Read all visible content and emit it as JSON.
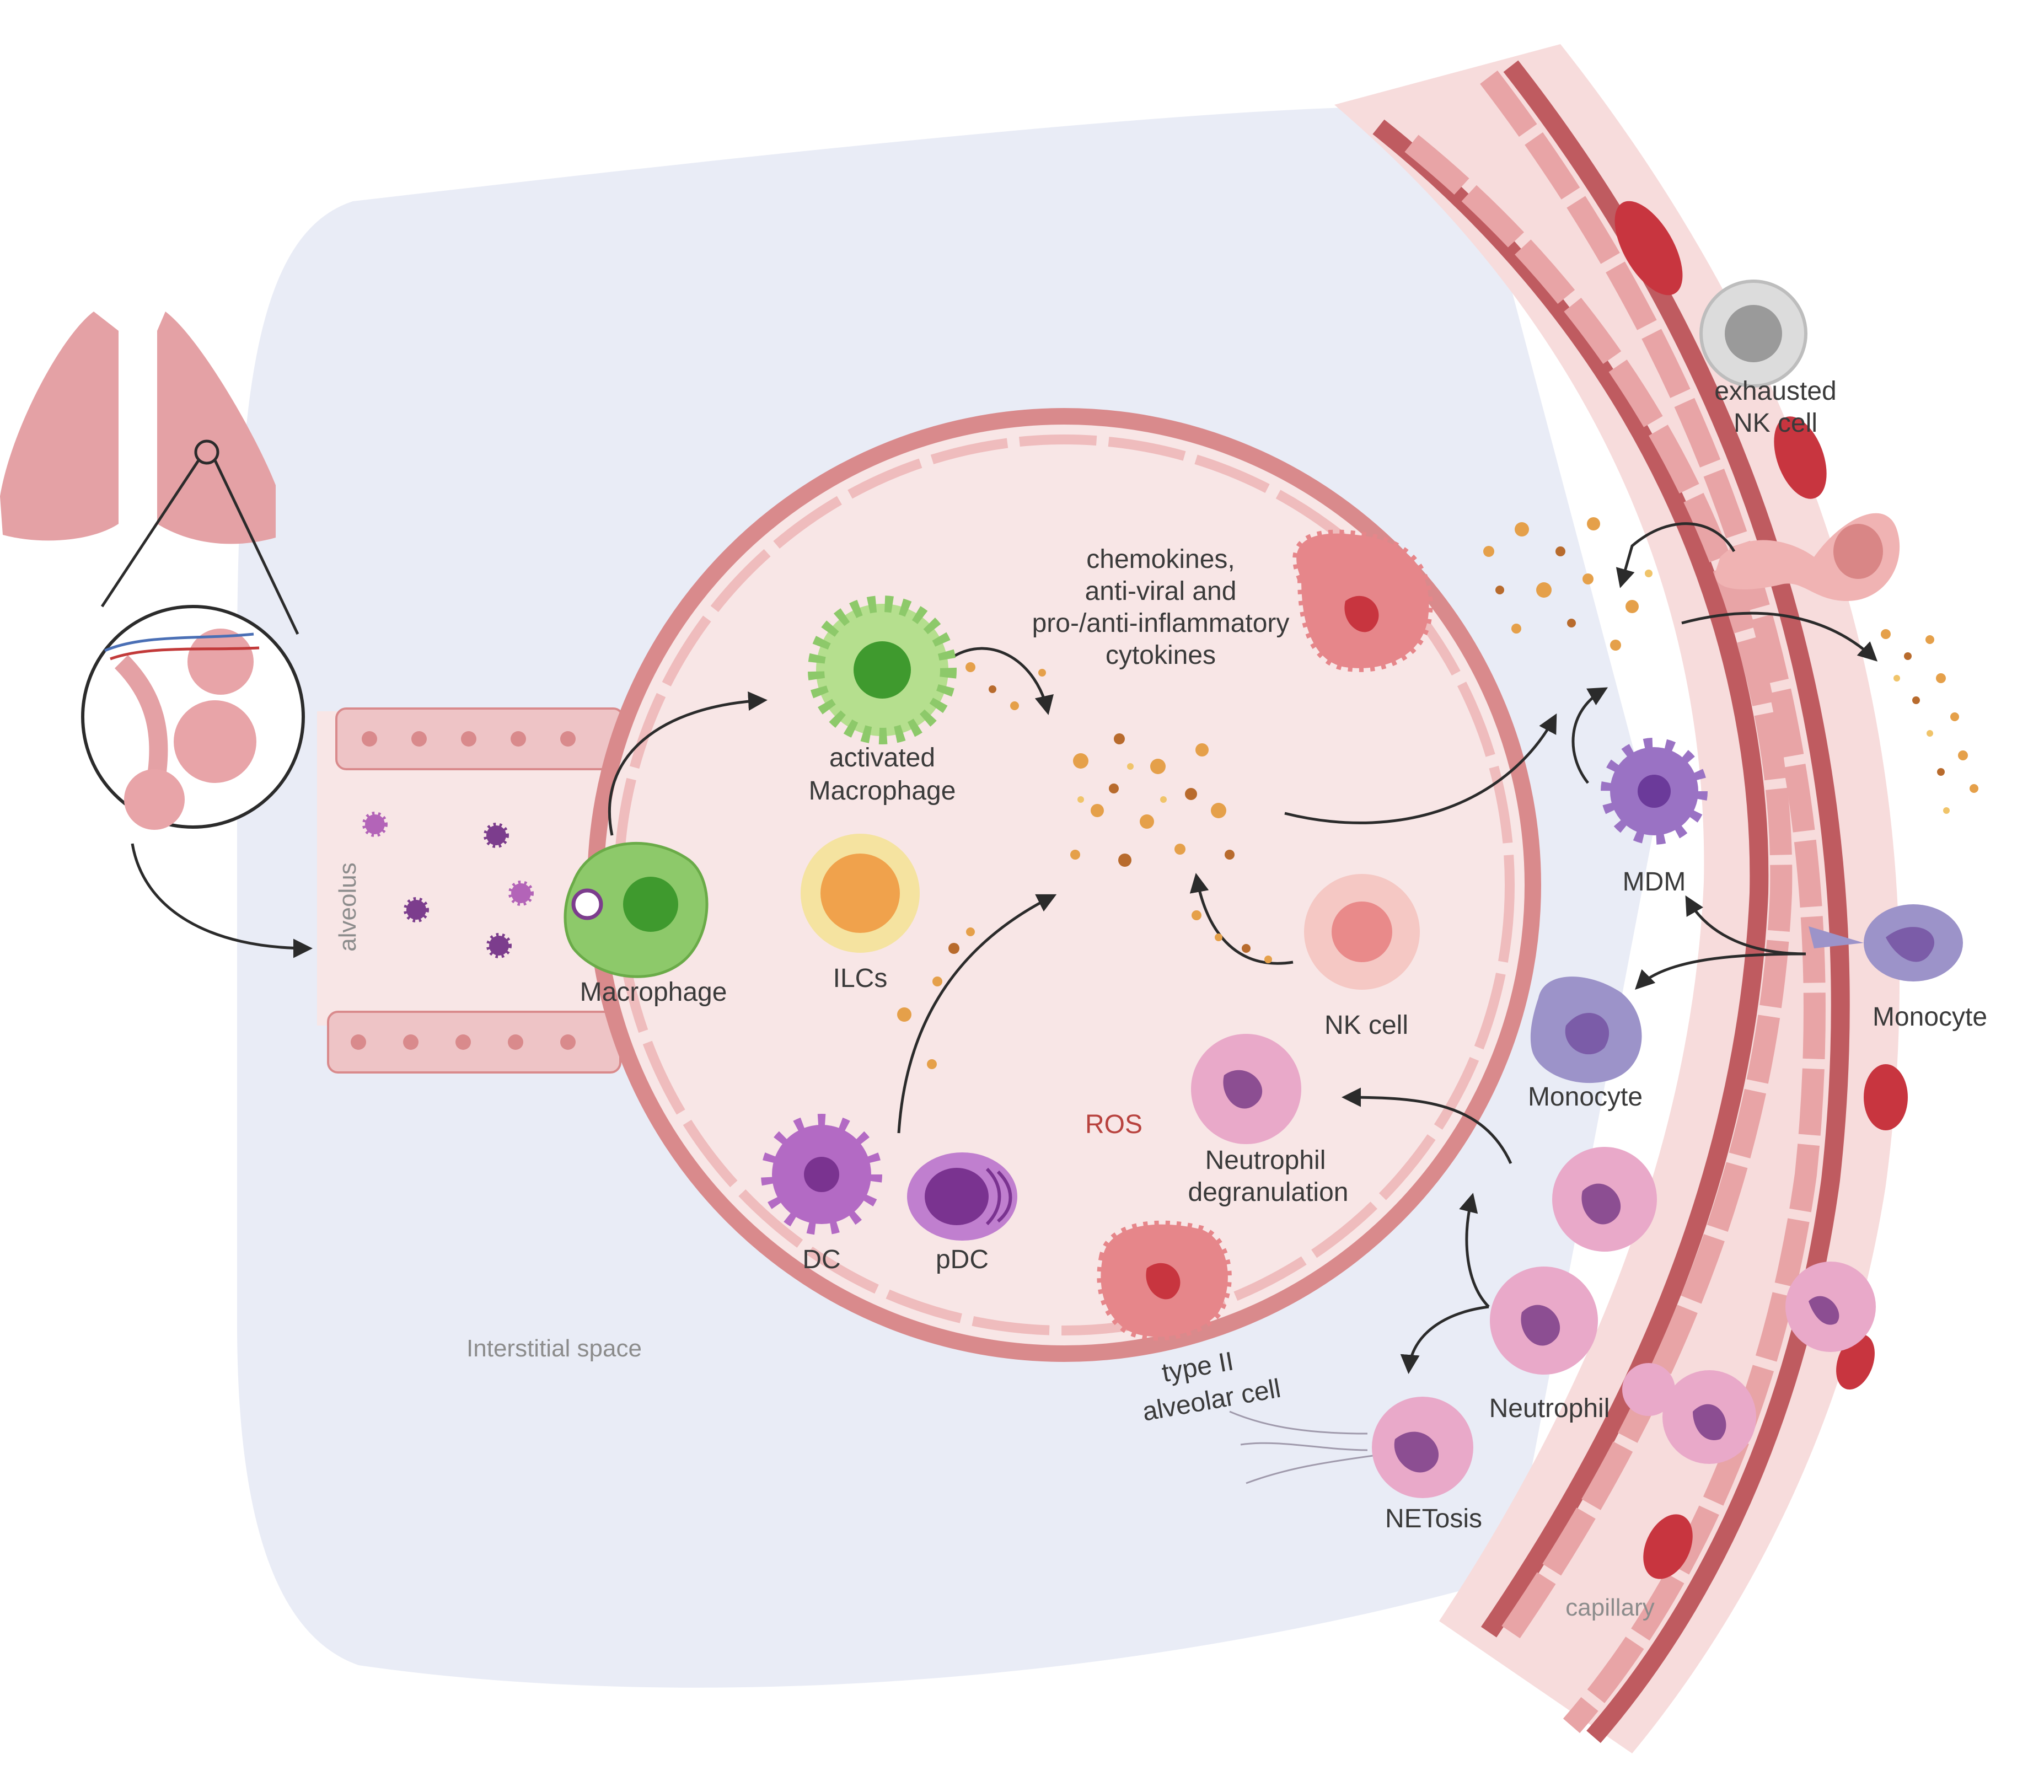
{
  "colors": {
    "background": "#ffffff",
    "interstitial": "#e9ecf6",
    "alveolus_fill": "#f8e6e6",
    "alveolus_wall": "#d98a8c",
    "capillary_wall": "#bf5b60",
    "capillary_lumen": "#f6d4d4",
    "rbc": "#c8353f",
    "macrophage_green": "#8dc96a",
    "nucleus_green": "#3f9a2e",
    "dc_purple": "#b36ac4",
    "monocyte_lavender": "#9c93c9",
    "neutrophil_pink": "#e9a9c9",
    "nk_pink": "#efb1b1",
    "ilc_orange": "#f0a24c",
    "cytokine_orange": "#e5a04a",
    "arrow": "#2b2b2b",
    "ros_red": "#b8423e",
    "label_gray": "#8c8c8c",
    "label_dark": "#3a3a3a"
  },
  "labels": {
    "alveolus": "alveolus",
    "interstitial": "Interstitial space",
    "capillary": "capillary",
    "macrophage": "Macrophage",
    "activated_line1": "activated",
    "activated_line2": "Macrophage",
    "ilcs": "ILCs",
    "dc": "DC",
    "pdc": "pDC",
    "cytokines_line1": "chemokines,",
    "cytokines_line2": "anti-viral and",
    "cytokines_line3": "pro-/anti-inflammatory",
    "cytokines_line4": "cytokines",
    "nk_cell": "NK cell",
    "ros": "ROS",
    "neutro_degran_line1": "Neutrophil",
    "neutro_degran_line2": "degranulation",
    "type2_line1": "type II",
    "type2_line2": "alveolar cell",
    "exhausted_line1": "exhausted",
    "exhausted_line2": "NK cell",
    "mdm": "MDM",
    "monocyte_tissue": "Monocyte",
    "monocyte_vessel": "Monocyte",
    "neutrophil": "Neutrophil",
    "netosis": "NETosis"
  }
}
